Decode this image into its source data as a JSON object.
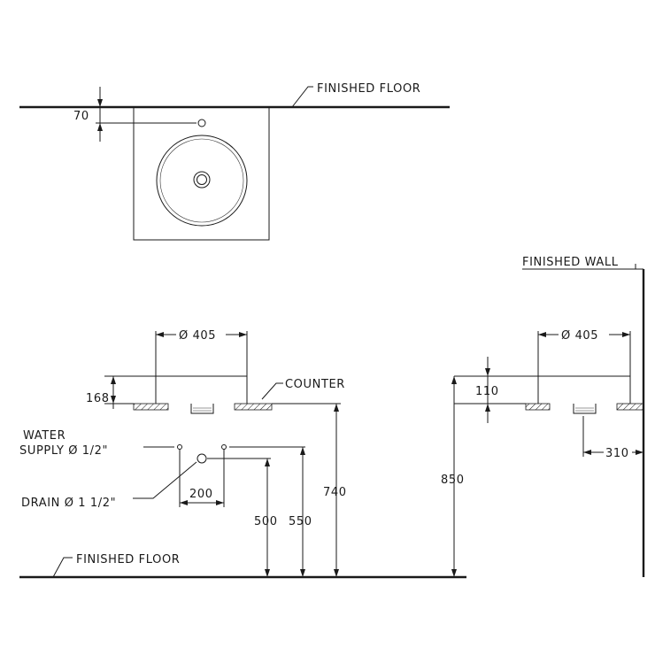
{
  "labels": {
    "finished_floor_top": "FINISHED FLOOR",
    "finished_floor_bottom": "FINISHED FLOOR",
    "finished_wall": "FINISHED WALL",
    "counter": "COUNTER",
    "water_supply_line1": "WATER",
    "water_supply_line2": "SUPPLY Ø 1/2\"",
    "drain": "DRAIN Ø 1 1/2\""
  },
  "dimensions": {
    "plan_offset": "70",
    "front_diameter": "Ø 405",
    "front_height": "168",
    "side_diameter": "Ø 405",
    "side_height": "110",
    "supply_spacing": "200",
    "drain_height": "500",
    "supply_height": "550",
    "counter_height": "740",
    "wall_height": "850",
    "drain_offset": "310"
  }
}
